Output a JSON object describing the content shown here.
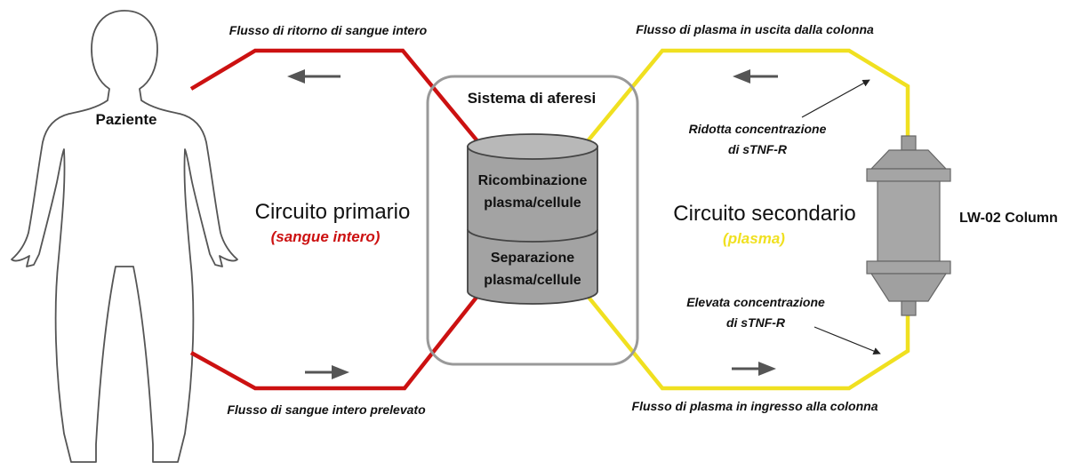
{
  "patient": {
    "label": "Paziente"
  },
  "flows": {
    "return_blood": "Flusso di ritorno di sangue intero",
    "drawn_blood": "Flusso di sangue intero prelevato",
    "plasma_out": "Flusso di plasma in uscita dalla colonna",
    "plasma_in": "Flusso di plasma in ingresso alla colonna"
  },
  "apheresis": {
    "title": "Sistema di aferesi",
    "top_line1": "Ricombinazione",
    "top_line2": "plasma/cellule",
    "bottom_line1": "Separazione",
    "bottom_line2": "plasma/cellule"
  },
  "primary": {
    "title": "Circuito primario",
    "subtitle": "(sangue intero)"
  },
  "secondary": {
    "title": "Circuito secondario",
    "subtitle": "(plasma)"
  },
  "annotations": {
    "reduced_line1": "Ridotta concentrazione",
    "reduced_line2": "di sTNF-R",
    "elevated_line1": "Elevata concentrazione",
    "elevated_line2": "di sTNF-R"
  },
  "column": {
    "label": "LW-02 Column"
  },
  "colors": {
    "primary_circuit": "#cc1111",
    "secondary_circuit": "#f0e020",
    "cylinder": "#a3a3a3",
    "column_body": "#a7a7a7",
    "arrow": "#555555",
    "outline": "#999999"
  }
}
